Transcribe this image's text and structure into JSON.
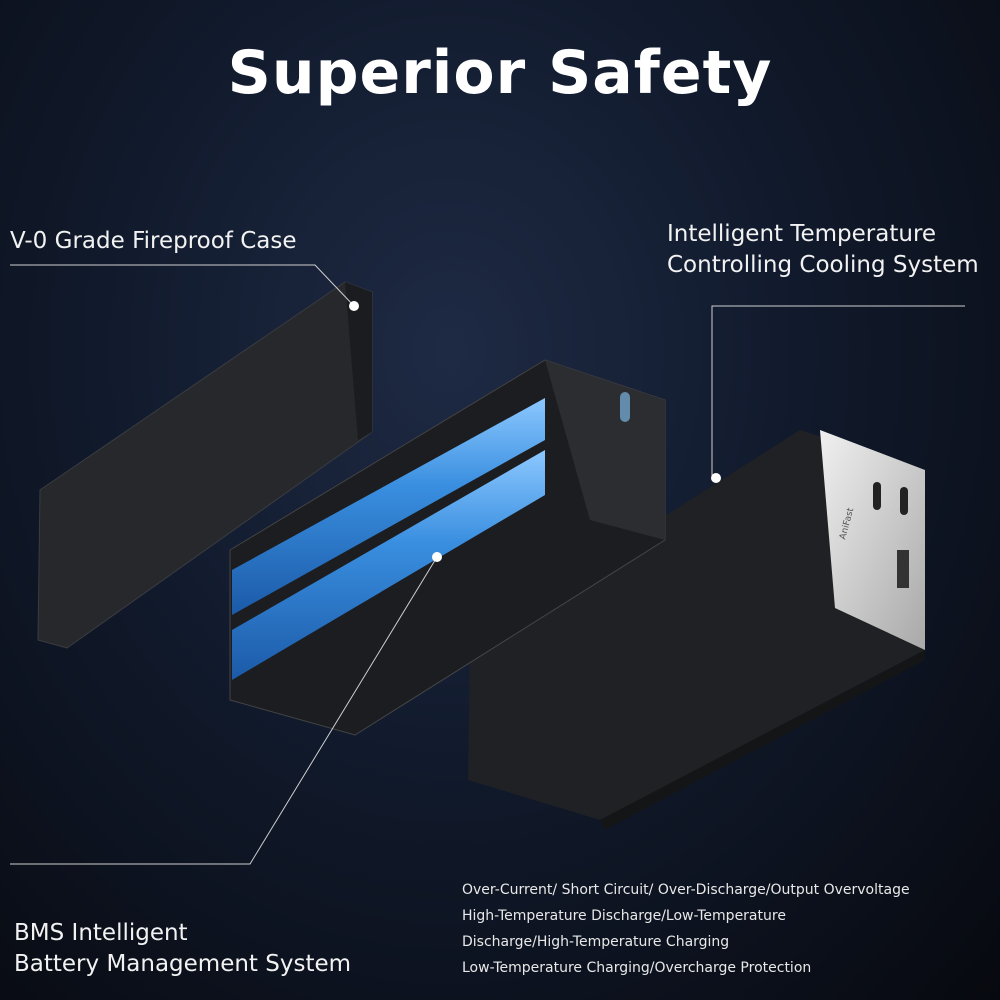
{
  "title": "Superior Safety",
  "callouts": {
    "case": "V-0 Grade Fireproof Case",
    "cooling": [
      "Intelligent Temperature",
      "Controlling Cooling System"
    ],
    "bms": [
      "BMS Intelligent",
      "Battery Management System"
    ]
  },
  "protections": [
    "Over-Current/ Short Circuit/ Over-Discharge/Output Overvoltage",
    "High-Temperature Discharge/Low-Temperature",
    "Discharge/High-Temperature Charging",
    "Low-Temperature Charging/Overcharge Protection"
  ],
  "brand_logo": "AniFast",
  "colors": {
    "battery": "#3a8fe0",
    "shell": "#2a2c30",
    "panel": "#d8d8d8"
  }
}
